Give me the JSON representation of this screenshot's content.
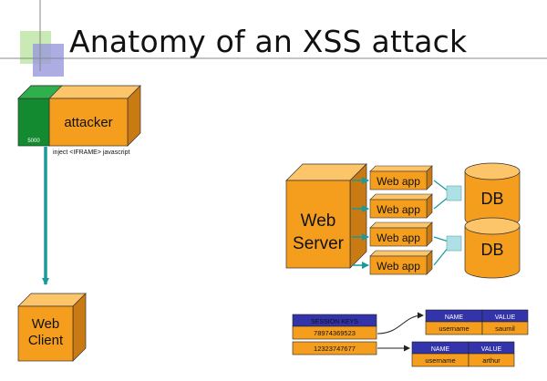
{
  "slide": {
    "title": "Anatomy of an XSS attack"
  },
  "attacker": {
    "label": "attacker",
    "port": "5000",
    "action": "inject <IFRAME> javascript"
  },
  "client": {
    "line1": "Web",
    "line2": "Client"
  },
  "server": {
    "line1": "Web",
    "line2": "Server",
    "webapps": [
      "Web app",
      "Web app",
      "Web app",
      "Web app"
    ]
  },
  "databases": [
    "DB",
    "DB"
  ],
  "session_keys": {
    "header": "SESSION KEYS",
    "keys": [
      "78974369523",
      "12323747677"
    ]
  },
  "session_records": [
    {
      "columns": [
        "NAME",
        "VALUE"
      ],
      "row": [
        "username",
        "saumil"
      ]
    },
    {
      "columns": [
        "NAME",
        "VALUE"
      ],
      "row": [
        "username",
        "arthur"
      ]
    }
  ],
  "colors": {
    "box_orange": "#f59e1e",
    "box_top": "#fcc56a",
    "box_side": "#c97a12",
    "attacker_green": "#138a2f",
    "arrow_teal": "#1a9a9a",
    "table_header": "#3333aa",
    "table_cell": "#f59e1e"
  }
}
